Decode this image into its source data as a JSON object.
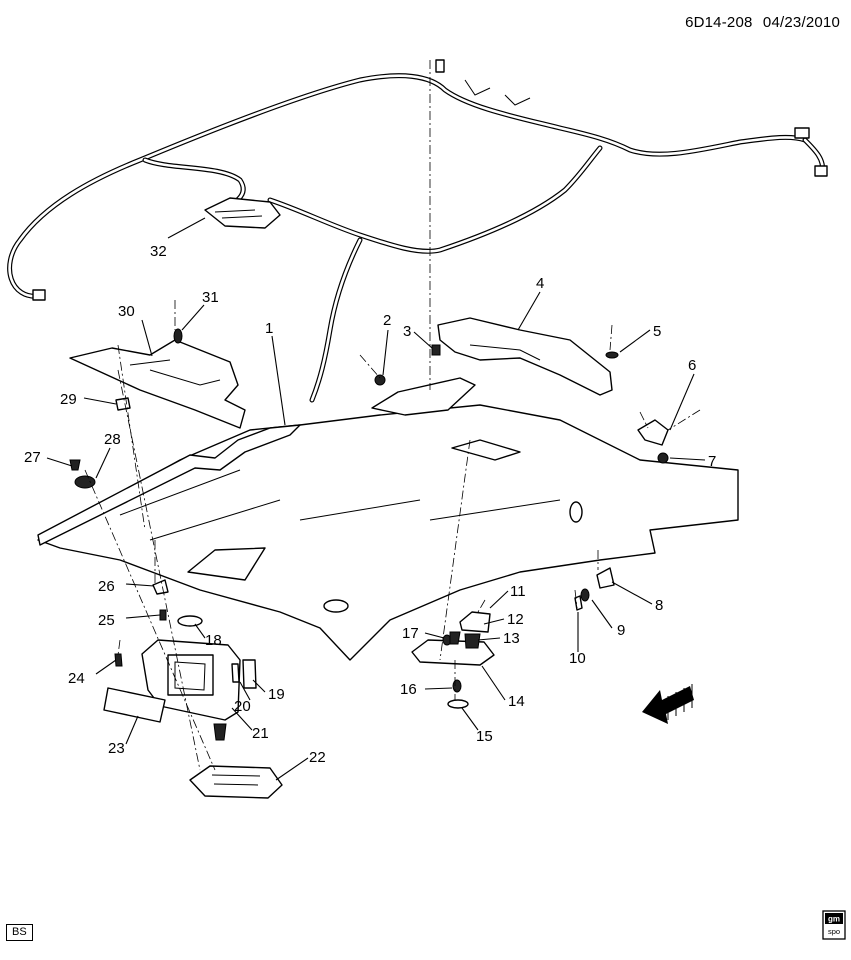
{
  "header": {
    "code": "6D14-208",
    "date": "04/23/2010"
  },
  "footer": {
    "badge": "BS",
    "logo_top": "gm",
    "logo_bottom": "spo"
  },
  "callouts": [
    "1",
    "2",
    "3",
    "4",
    "5",
    "6",
    "7",
    "8",
    "9",
    "10",
    "11",
    "12",
    "13",
    "14",
    "15",
    "16",
    "17",
    "18",
    "19",
    "20",
    "21",
    "22",
    "23",
    "24",
    "25",
    "26",
    "27",
    "28",
    "29",
    "30",
    "31",
    "32"
  ]
}
